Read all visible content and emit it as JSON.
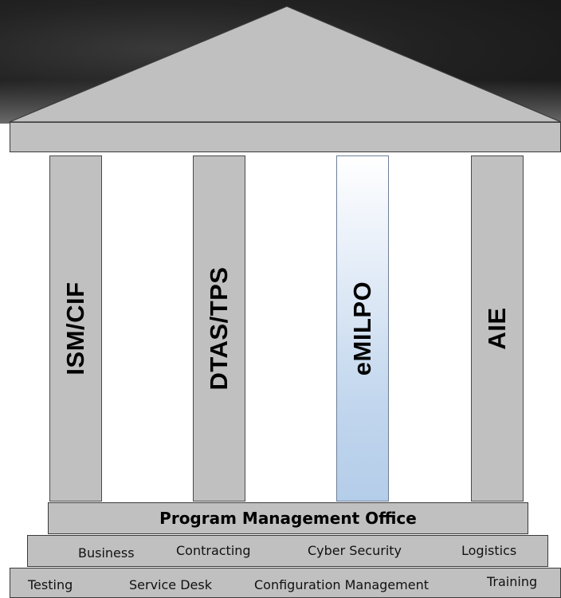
{
  "pillars": [
    {
      "label": "ISM/CIF",
      "highlighted": false
    },
    {
      "label": "DTAS/TPS",
      "highlighted": false
    },
    {
      "label": "eMILPO",
      "highlighted": true
    },
    {
      "label": "AIE",
      "highlighted": false
    }
  ],
  "foundation": {
    "title": "Program Management Office",
    "tier1": [
      "Business",
      "Contracting",
      "Cyber Security",
      "Logistics"
    ],
    "tier2": [
      "Testing",
      "Service Desk",
      "Configuration Management",
      "Training"
    ]
  },
  "colors": {
    "stone": "#c0c0c0",
    "highlight_top": "#ffffff",
    "highlight_bottom": "#b4cde9",
    "background": "#222222"
  }
}
